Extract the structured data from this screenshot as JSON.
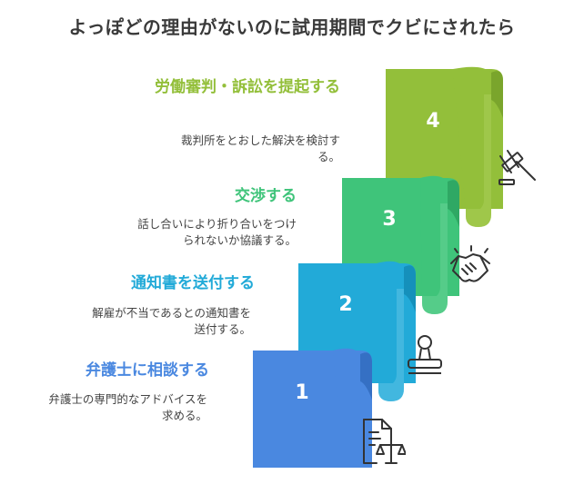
{
  "title": "よっぽどの理由がないのに試用期間でクビにされたら",
  "steps": [
    {
      "number": "1",
      "heading": "弁護士に相談する",
      "description": "弁護士の専門的なアドバイスを求める。",
      "color": "#4a88e0",
      "icon": "document-scales-icon"
    },
    {
      "number": "2",
      "heading": "通知書を送付する",
      "description": "解雇が不当であるとの通知書を送付する。",
      "color": "#22aad8",
      "icon": "stamp-icon"
    },
    {
      "number": "3",
      "heading": "交渉する",
      "description": "話し合いにより折り合いをつけられないか協議する。",
      "color": "#3fc47a",
      "icon": "handshake-icon"
    },
    {
      "number": "4",
      "heading": "労働審判・訴訟を提起する",
      "description": "裁判所をとおした解決を検討する。",
      "color": "#93bf3a",
      "icon": "gavel-icon"
    }
  ]
}
